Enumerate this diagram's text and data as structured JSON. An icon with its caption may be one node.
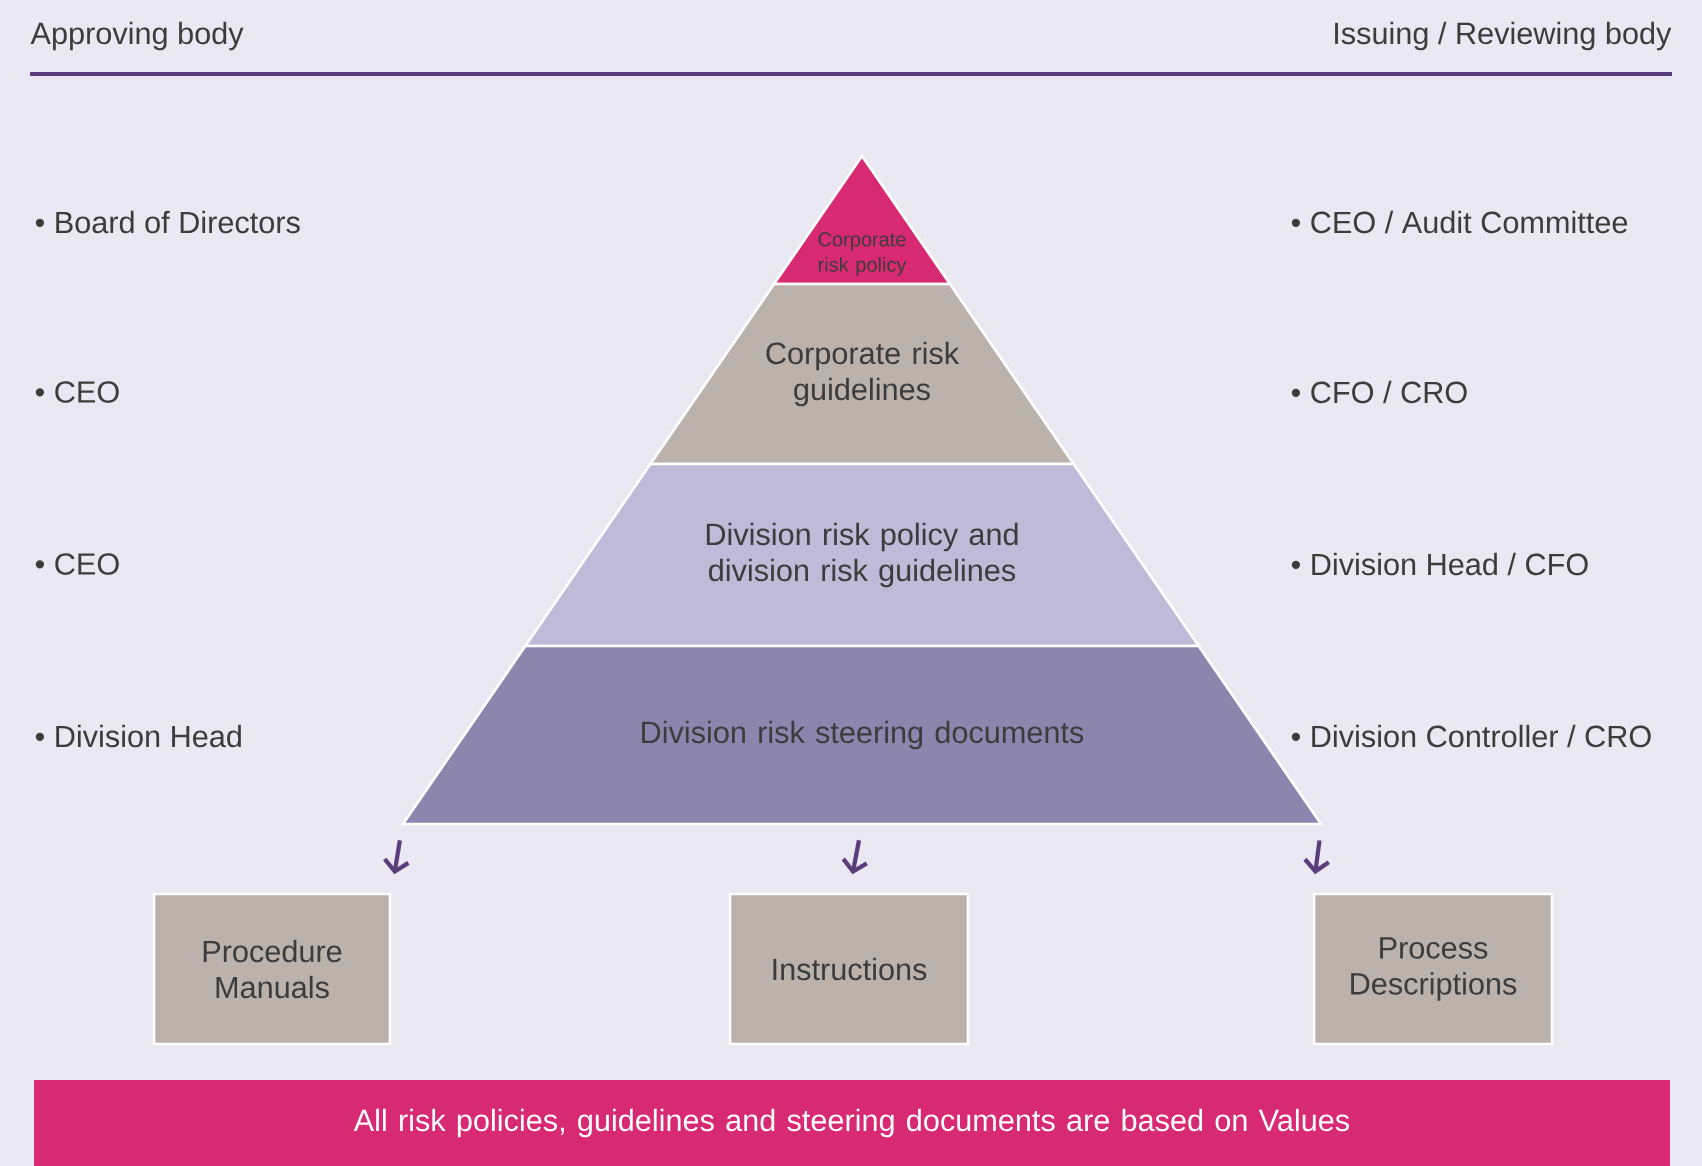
{
  "diagram": {
    "nodes": [
      {
        "text": [
          "Corporate risk policy"
        ]
      },
      {
        "text": [
          "Corporate risk guidelines"
        ]
      },
      {
        "text": [
          "Division risk policy and division risk guidelines"
        ]
      },
      {
        "text": [
          "Division risk steering documents"
        ]
      },
      {
        "text": [
          "Procedure Manuals"
        ]
      },
      {
        "text": [
          "Instructions"
        ]
      },
      {
        "text": [
          "Process Descriptions"
        ]
      },
      {
        "text": [
          "All risk policies, guidelines and steering documents are based on Values"
        ]
      }
    ],
    "edges": [
      {
        "from": 3,
        "to": 4,
        "arrow": "to"
      },
      {
        "from": 3,
        "to": 5,
        "arrow": "to"
      },
      {
        "from": 3,
        "to": 6,
        "arrow": "to"
      }
    ],
    "labels": [
      "Approving body",
      "Issuing / Reviewing body",
      "• Board of Directors",
      "• CEO / Audit Committee",
      "• CEO",
      "• CFO / CRO",
      "• CEO",
      "• Division Head / CFO",
      "• Division Head",
      "• Division Controller / CRO"
    ]
  }
}
